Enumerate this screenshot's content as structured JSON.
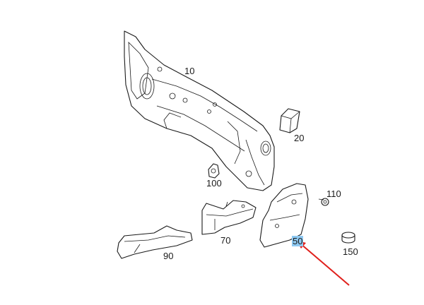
{
  "labels": {
    "p10": "10",
    "p20": "20",
    "p100": "100",
    "p110": "110",
    "p70": "70",
    "p90": "90",
    "p50": "50",
    "p150": "150"
  },
  "highlighted_part": "50",
  "colors": {
    "line": "#1a1a1a",
    "highlight": "#8ec9f2",
    "arrow": "#e0201c"
  }
}
